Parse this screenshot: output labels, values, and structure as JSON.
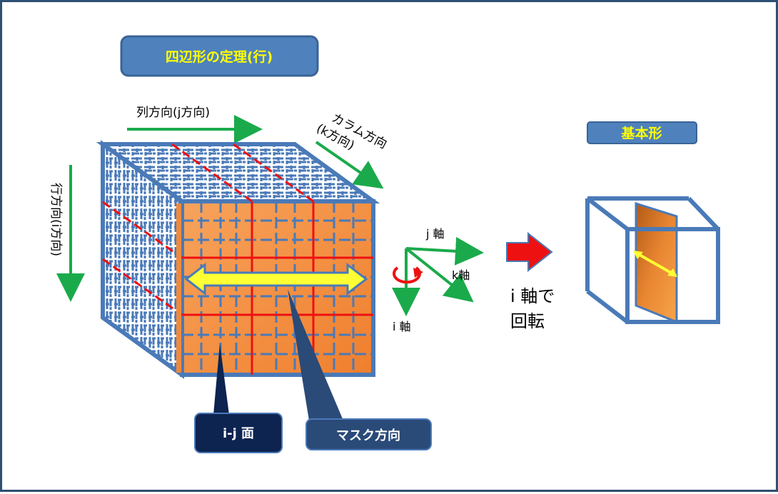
{
  "title": "四辺形の定理(行)",
  "base_shape_label": "基本形",
  "directions": {
    "column": "列方向(j方向)",
    "column_k_line1": "カラム方向",
    "column_k_line2": "(k方向)",
    "row": "行方向(i方向)"
  },
  "axes": {
    "j": "j 軸",
    "k": "k軸",
    "i": "i 軸"
  },
  "rotate_line1": "i 軸で",
  "rotate_line2": "回転",
  "callouts": {
    "ij_face": "i-j 面",
    "mask_direction": "マスク方向"
  },
  "colors": {
    "frame_blue": "#4a7ab8",
    "label_box": "#4f81bd",
    "face_orange": "#f4934a",
    "arrow_green": "#1aaa4b",
    "red_line": "#ee1111",
    "navy_callout": "#0d2350",
    "callout2": "#2a4a78",
    "double_arrow": "#ffff33"
  }
}
